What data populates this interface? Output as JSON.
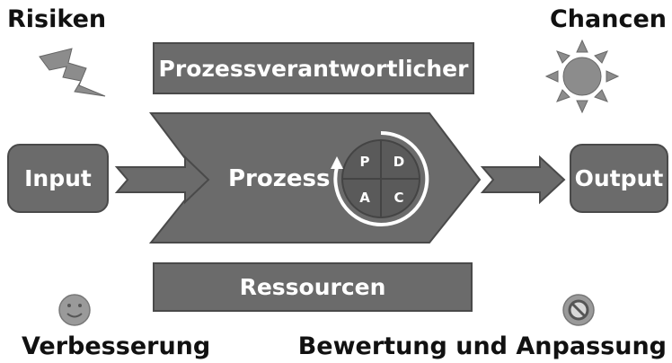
{
  "labels": {
    "risks": "Risiken",
    "opportunities": "Chancen",
    "improvement": "Verbesserung",
    "evaluation": "Bewertung und Anpassung"
  },
  "boxes": {
    "owner": "Prozessverantwortlicher",
    "input": "Input",
    "process": "Prozess",
    "output": "Output",
    "resources": "Ressourcen"
  },
  "pdca": {
    "plan": "P",
    "do": "D",
    "act": "A",
    "check": "C"
  },
  "icons": {
    "risks": "lightning-icon",
    "opportunities": "sun-icon",
    "improvement": "smiley-icon",
    "evaluation": "prohibited-icon"
  },
  "colors": {
    "box_fill": "#6b6b6b",
    "icon_fill": "#8c8c8c"
  }
}
